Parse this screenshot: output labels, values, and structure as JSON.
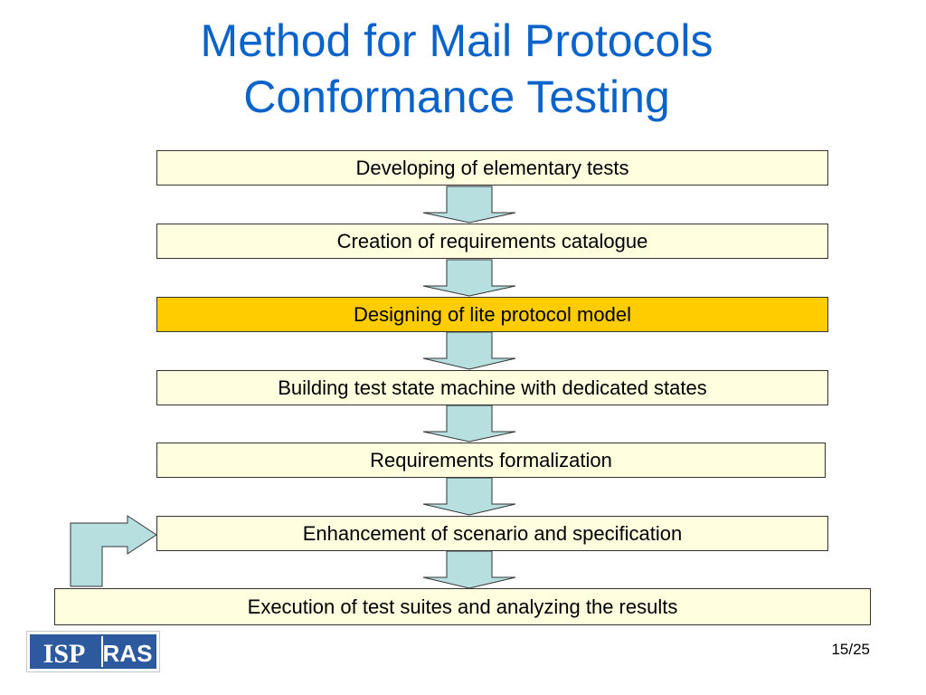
{
  "title": {
    "line1": "Method for Mail Protocols",
    "line2": "Conformance Testing"
  },
  "steps": [
    {
      "label": "Developing of elementary tests",
      "highlighted": false
    },
    {
      "label": "Creation of requirements catalogue",
      "highlighted": false
    },
    {
      "label": "Designing of lite protocol model",
      "highlighted": true
    },
    {
      "label": "Building test state machine with dedicated states",
      "highlighted": false
    },
    {
      "label": "Requirements formalization",
      "highlighted": false
    },
    {
      "label": "Enhancement of scenario and specification",
      "highlighted": false
    },
    {
      "label": "Execution of test suites and analyzing the results",
      "highlighted": false
    }
  ],
  "logo": {
    "text_left": "ISP",
    "text_right": "RAS"
  },
  "page_number": "15/25",
  "colors": {
    "title": "#0a63c9",
    "box_fill": "#ffffe0",
    "highlight_fill": "#ffcc00",
    "arrow_fill": "#b7dfe0",
    "logo_blue": "#2d5a9e"
  }
}
